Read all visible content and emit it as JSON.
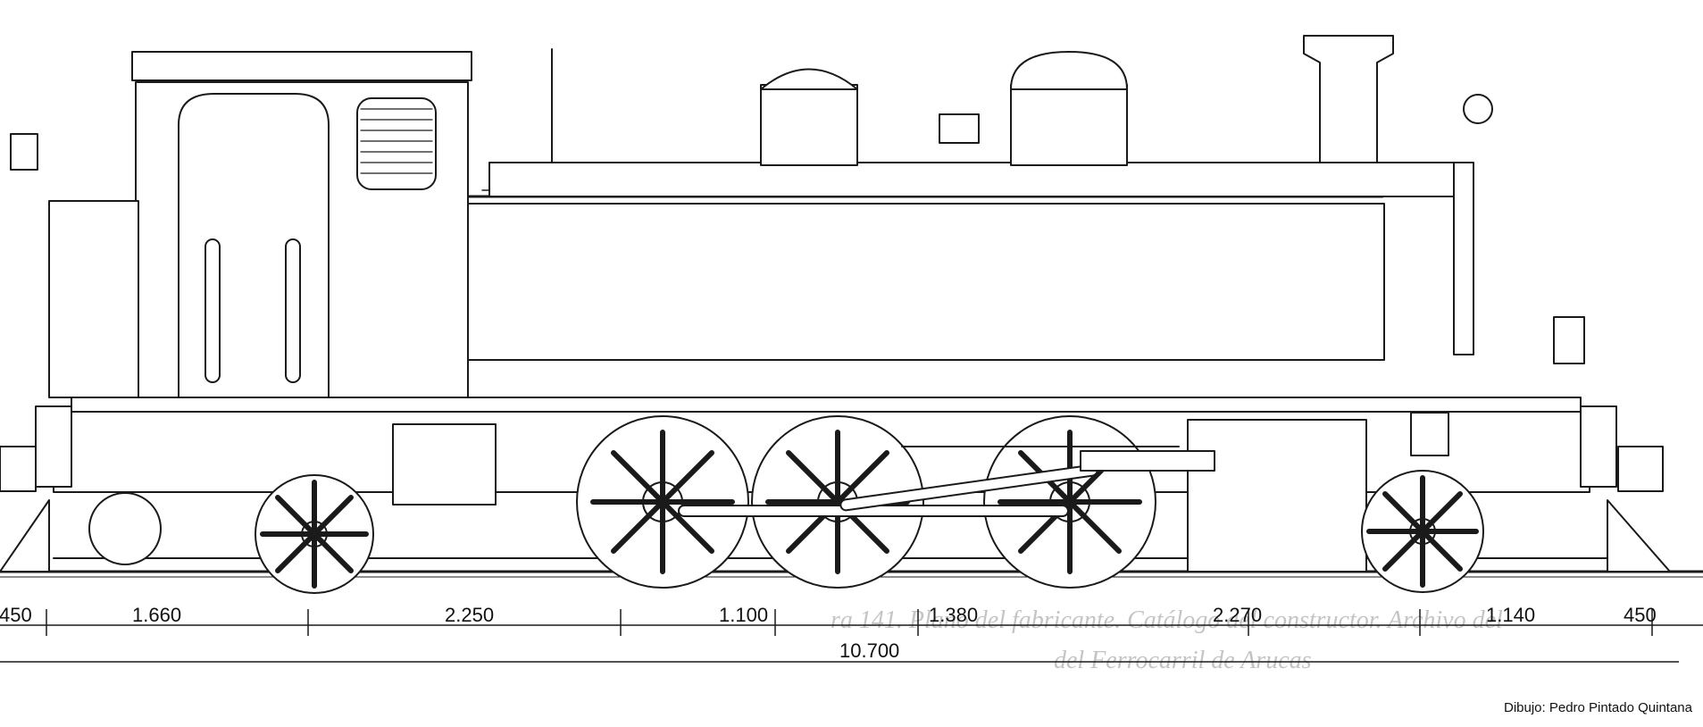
{
  "colors": {
    "ink": "#1a1a1a",
    "paper": "#ffffff",
    "ghost": "#d2d2d2"
  },
  "dimensions": {
    "segments": [
      "450",
      "1.660",
      "2.250",
      "1.100",
      "1.380",
      "2.270",
      "1.140",
      "450"
    ],
    "total": "10.700"
  },
  "credit": "Dibujo: Pedro Pintado Quintana",
  "background_text": {
    "line1": "ra 141. Plano del fabricante. Catálogo del constructor. Archivo del",
    "line2": "del Ferrocarril de Arucas"
  }
}
